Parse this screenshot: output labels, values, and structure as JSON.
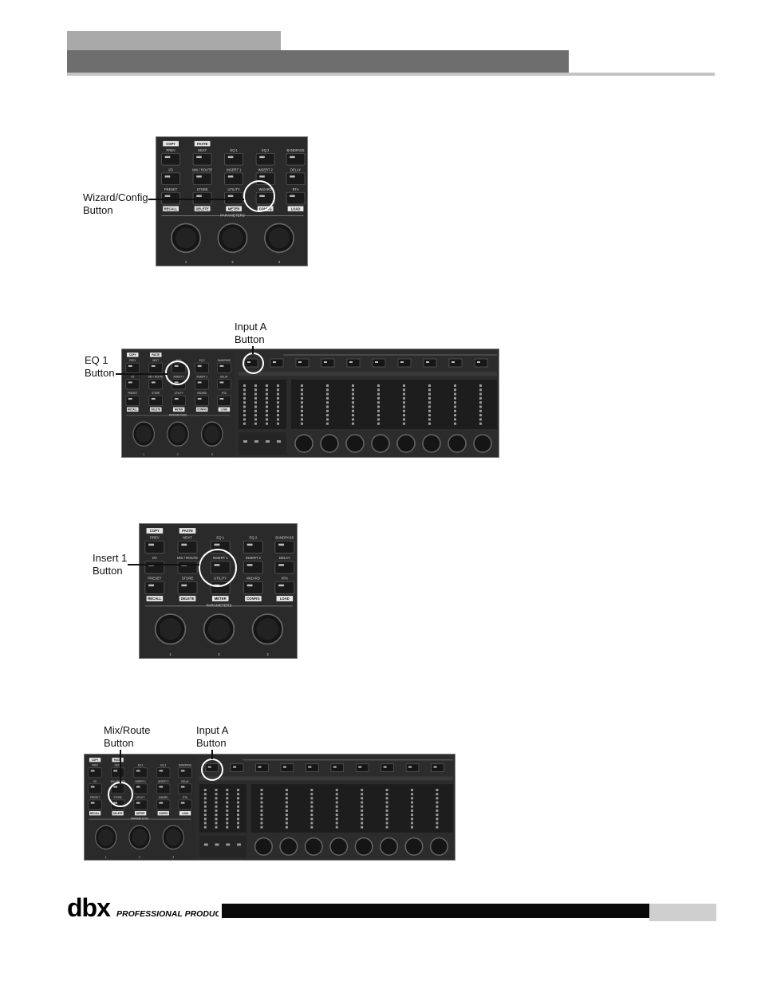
{
  "footer": {
    "brand_mark": "dbx",
    "brand_text": "PROFESSIONAL PRODUCTS"
  },
  "panel": {
    "labels": {
      "copy": "COPY",
      "paste": "PASTE",
      "prev": "PREV",
      "next": "NEXT",
      "eq1": "EQ 1",
      "eq2": "EQ 2",
      "bandpass": "BANDPASS",
      "io": "I/O",
      "mix_route": "MIX / ROUTE",
      "insert1": "INSERT 1",
      "insert2": "INSERT 2",
      "delay": "DELAY",
      "preset": "PRESET",
      "store": "STORE",
      "utility": "UTILITY",
      "wizard": "WIZARD",
      "rta": "RTA",
      "recall": "RECALL",
      "delete": "DELETE",
      "meter": "METER",
      "config": "CONFIG",
      "load": "LOAD",
      "parameters": "PARAMETERS",
      "knob1": "1",
      "knob2": "2",
      "knob3": "3"
    }
  },
  "figures": [
    {
      "callouts": [
        "Wizard/Config Button"
      ]
    },
    {
      "callouts": [
        "Input A Button",
        "EQ 1 Button"
      ]
    },
    {
      "callouts": [
        "Insert 1 Button"
      ]
    },
    {
      "callouts": [
        "Mix/Route Button",
        "Input A Button"
      ]
    }
  ],
  "callouts": {
    "wizard_config": [
      "Wizard/Config",
      "Button"
    ],
    "input_a": [
      "Input A",
      "Button"
    ],
    "eq1": [
      "EQ 1",
      "Button"
    ],
    "insert1": [
      "Insert 1",
      "Button"
    ],
    "mix_route": [
      "Mix/Route",
      "Button"
    ]
  }
}
